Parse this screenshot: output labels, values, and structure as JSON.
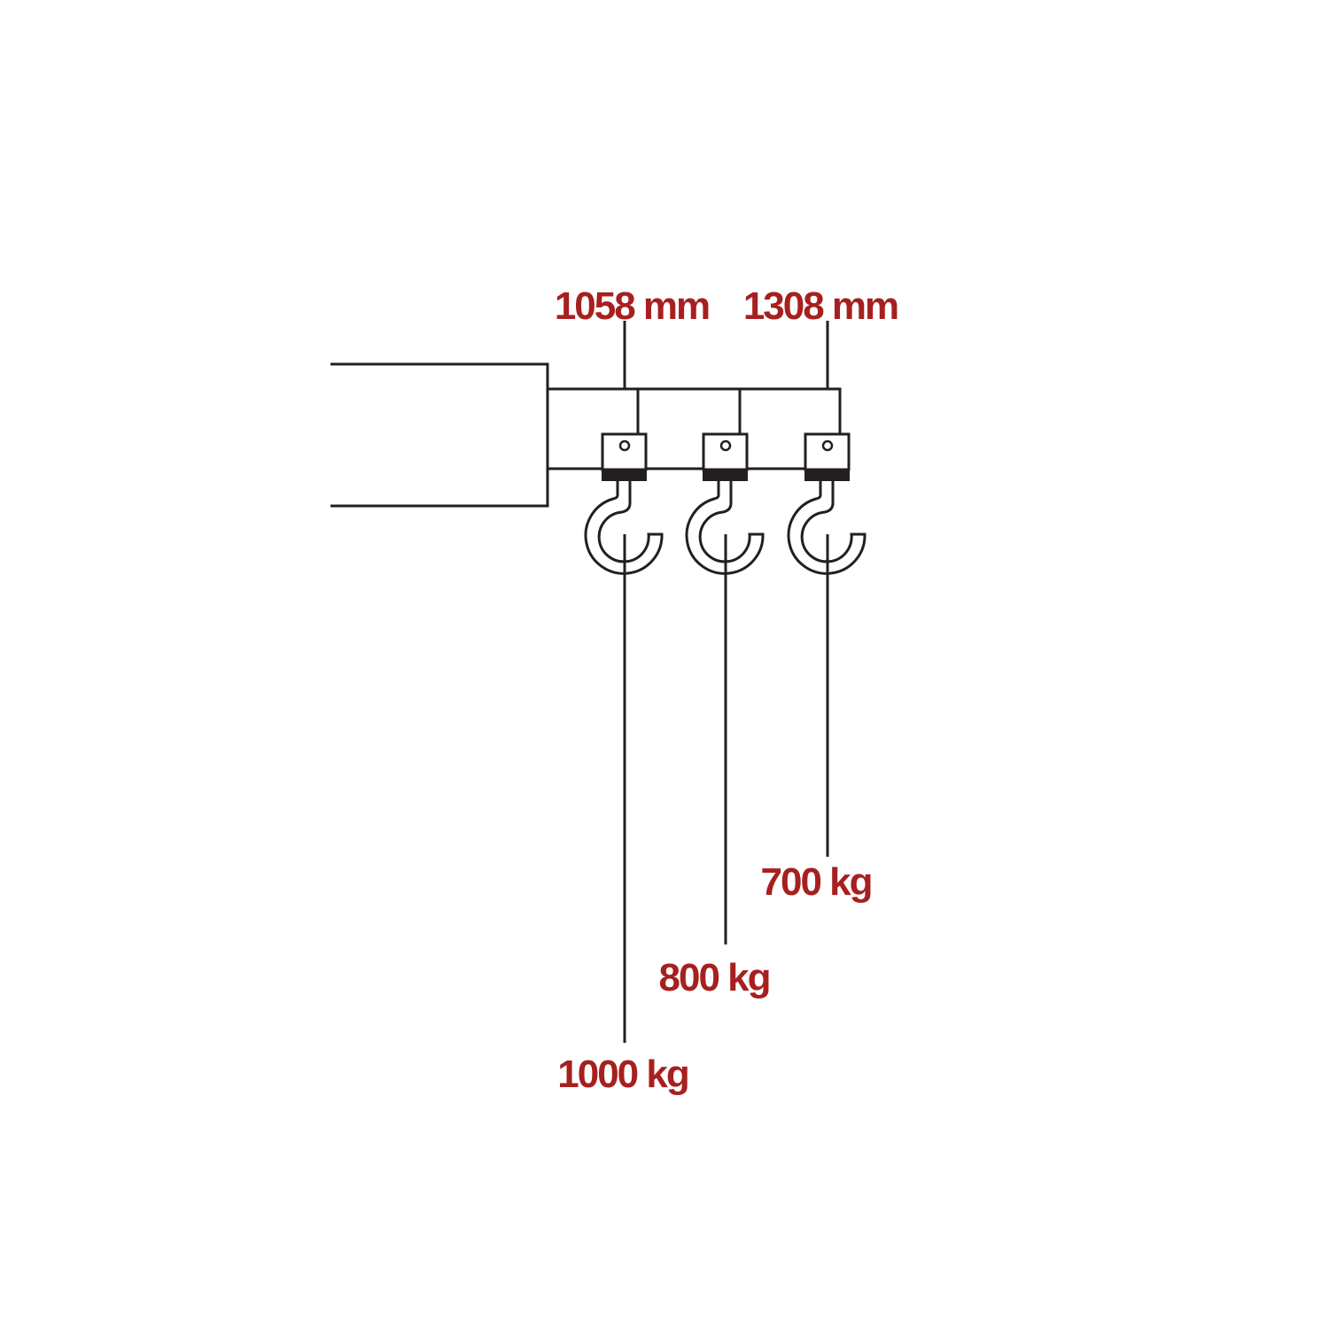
{
  "colors": {
    "line": "#231f20",
    "label": "#a6201f"
  },
  "distances": [
    {
      "label": "1058 mm",
      "value_mm": 1058
    },
    {
      "label": "1308 mm",
      "value_mm": 1308
    }
  ],
  "loads": [
    {
      "label": "1000 kg",
      "value_kg": 1000
    },
    {
      "label": "800 kg",
      "value_kg": 800
    },
    {
      "label": "700 kg",
      "value_kg": 700
    }
  ]
}
